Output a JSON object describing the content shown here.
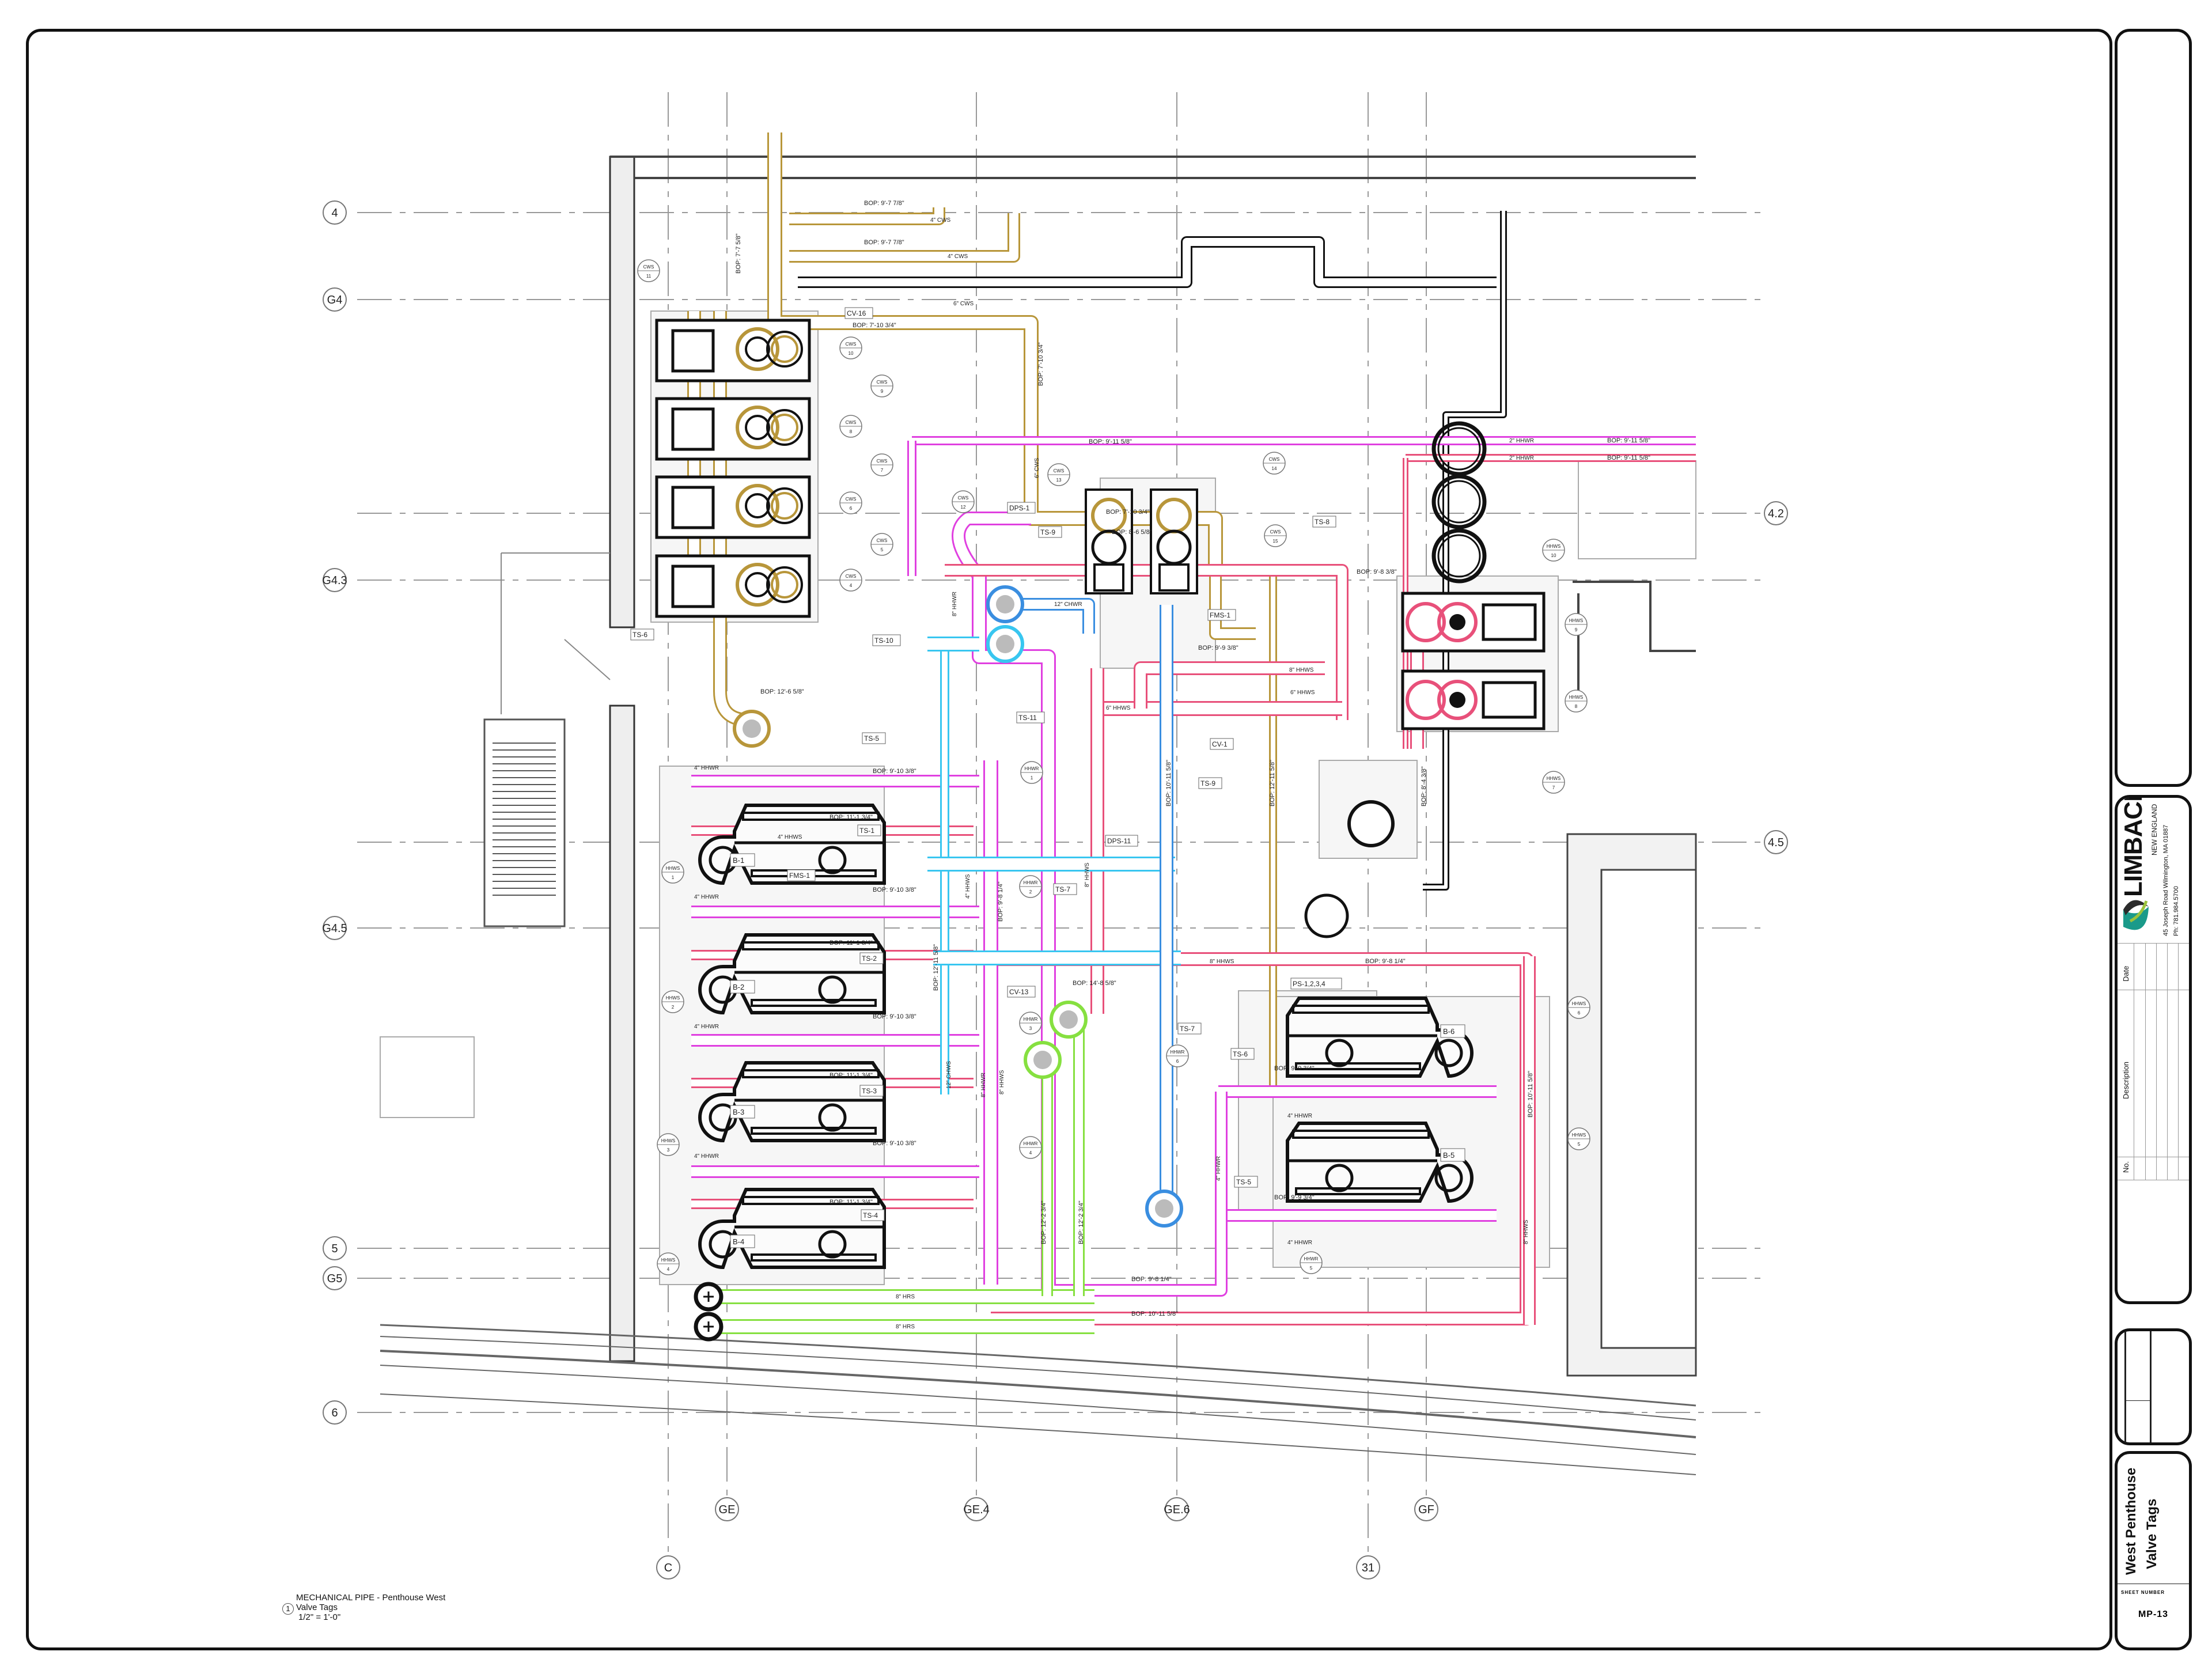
{
  "sheet": {
    "company": "LIMBACH",
    "company_region": "NEW ENGLAND",
    "company_address": "45 Joseph Road Wilmington, MA 01887",
    "company_phone": "Ph: 781.984.5700",
    "revision_headers": {
      "no": "No.",
      "description": "Description",
      "date": "Date"
    },
    "title_line1": "West Penthouse",
    "title_line2": "Valve Tags",
    "sheet_number_label": "SHEET NUMBER",
    "sheet_number": "MP-13"
  },
  "caption": {
    "number": "1",
    "line1": "MECHANICAL PIPE - Penthouse West",
    "line2": "Valve Tags",
    "scale": "1/2\" = 1'-0\""
  },
  "colors": {
    "cws": "#b8963a",
    "hhwr": "#e040e0",
    "hhws": "#e8507a",
    "chwr": "#38c6f0",
    "chws": "#3a8ee0",
    "hrs": "#86e040",
    "steel": "#111111"
  },
  "grid": {
    "rows": [
      "4",
      "G4",
      "G4.3",
      "G4.5",
      "5",
      "G5",
      "6"
    ],
    "rows_right": [
      "4.2",
      "4.5"
    ],
    "cols_top": [
      "GE",
      "GE.4",
      "GE.6",
      "GF"
    ],
    "cols_bottom": [
      "C",
      "31"
    ]
  },
  "equipment": [
    "B-1",
    "B-2",
    "B-3",
    "B-4",
    "B-5",
    "B-6"
  ],
  "tags": [
    "CV-16",
    "DPS-1",
    "TS-9",
    "TS-8",
    "FMS-1",
    "CV-1",
    "TS-10",
    "TS-6",
    "TS-11",
    "TS-5",
    "TS-1",
    "FMS-1",
    "DPS-11",
    "TS-7",
    "TS-2",
    "CV-13",
    "TS-3",
    "TS-4",
    "TS-7",
    "TS-6",
    "TS-5",
    "PS-1,2,3,4",
    "TS-9"
  ],
  "bop_labels": [
    "BOP: 9'-7 7/8\"",
    "BOP: 9'-7 7/8\"",
    "BOP: 7'-10 3/4\"",
    "BOP: 9'-11 5/8\"",
    "BOP: 9'-11 5/8\"",
    "BOP: 9'-11 5/8\"",
    "BOP: 7'-10 3/4\"",
    "BOP: 8'-6 5/8\"",
    "BOP: 9'-8 3/8\"",
    "BOP: 9'-9 3/8\"",
    "BOP: 12'-6 5/8\"",
    "BOP: 9'-10 3/8\"",
    "BOP: 11'-1 3/4\"",
    "BOP: 9'-10 3/8\"",
    "BOP: 11'-1 3/4\"",
    "BOP: 9'-10 3/8\"",
    "BOP: 11'-1 3/4\"",
    "BOP: 9'-10 3/8\"",
    "BOP: 14'-8 5/8\"",
    "BOP: 9'-8 1/4\"",
    "BOP: 9'-9 3/4\"",
    "BOP: 9'-9 3/4\"",
    "BOP: 9'-8 1/4\"",
    "BOP: 10'-11 5/8\"",
    "BOP: 11'-1 3/4\""
  ],
  "bop_vertical": [
    "BOP: 7'-7 5/8\"",
    "BOP: 7'-10 3/4\"",
    "BOP: 12'-11 5/8\"",
    "BOP: 9'-8 1/4\"",
    "BOP: 10'-11 5/8\"",
    "BOP: 12'-11 5/8\"",
    "BOP: 10'-11 5/8\"",
    "BOP: 12'-2 3/4\"",
    "BOP: 12'-2 3/4\"",
    "BOP: 8'-4 3/8\""
  ],
  "pipe_sizes": [
    "4\" CWS",
    "4\" CWS",
    "6\" CWS",
    "12\" CHWR",
    "8\" HHWS",
    "6\" HHWS",
    "6\" HHWS",
    "8\" HHWS",
    "8\" HRS",
    "8\" HRS",
    "4\" HHWR",
    "4\" HHWS",
    "4\" HHWR",
    "4\" HHWR",
    "4\" HHWR",
    "4\" HHWR",
    "4\" HHWR",
    "2\" HHWR",
    "2\" HHWR"
  ],
  "pipe_sizes_vertical": [
    "6\" CWS",
    "8\" HHWR",
    "4\" HHWS",
    "8\" HHWS",
    "8\" HHWR",
    "12\" CHWS",
    "8\" HHWS",
    "8\" HHWS",
    "4\" HHWR"
  ],
  "circle_tags": [
    {
      "top": "CWS",
      "bottom": "11"
    },
    {
      "top": "CWS",
      "bottom": "10"
    },
    {
      "top": "CWS",
      "bottom": "9"
    },
    {
      "top": "CWS",
      "bottom": "8"
    },
    {
      "top": "CWS",
      "bottom": "7"
    },
    {
      "top": "CWS",
      "bottom": "6"
    },
    {
      "top": "CWS",
      "bottom": "5"
    },
    {
      "top": "CWS",
      "bottom": "4"
    },
    {
      "top": "CWS",
      "bottom": "12"
    },
    {
      "top": "CWS",
      "bottom": "13"
    },
    {
      "top": "CWS",
      "bottom": "14"
    },
    {
      "top": "CWS",
      "bottom": "15"
    },
    {
      "top": "HHWS",
      "bottom": "10"
    },
    {
      "top": "HHWS",
      "bottom": "9"
    },
    {
      "top": "HHWS",
      "bottom": "8"
    },
    {
      "top": "HHWS",
      "bottom": "7"
    },
    {
      "top": "HHWS",
      "bottom": "1"
    },
    {
      "top": "HHWS",
      "bottom": "2"
    },
    {
      "top": "HHWS",
      "bottom": "3"
    },
    {
      "top": "HHWS",
      "bottom": "4"
    },
    {
      "top": "HHWR",
      "bottom": "1"
    },
    {
      "top": "HHWR",
      "bottom": "2"
    },
    {
      "top": "HHWR",
      "bottom": "3"
    },
    {
      "top": "HHWR",
      "bottom": "4"
    },
    {
      "top": "HHWR",
      "bottom": "5"
    },
    {
      "top": "HHWR",
      "bottom": "6"
    },
    {
      "top": "HHWS",
      "bottom": "6"
    },
    {
      "top": "HHWS",
      "bottom": "5"
    }
  ]
}
